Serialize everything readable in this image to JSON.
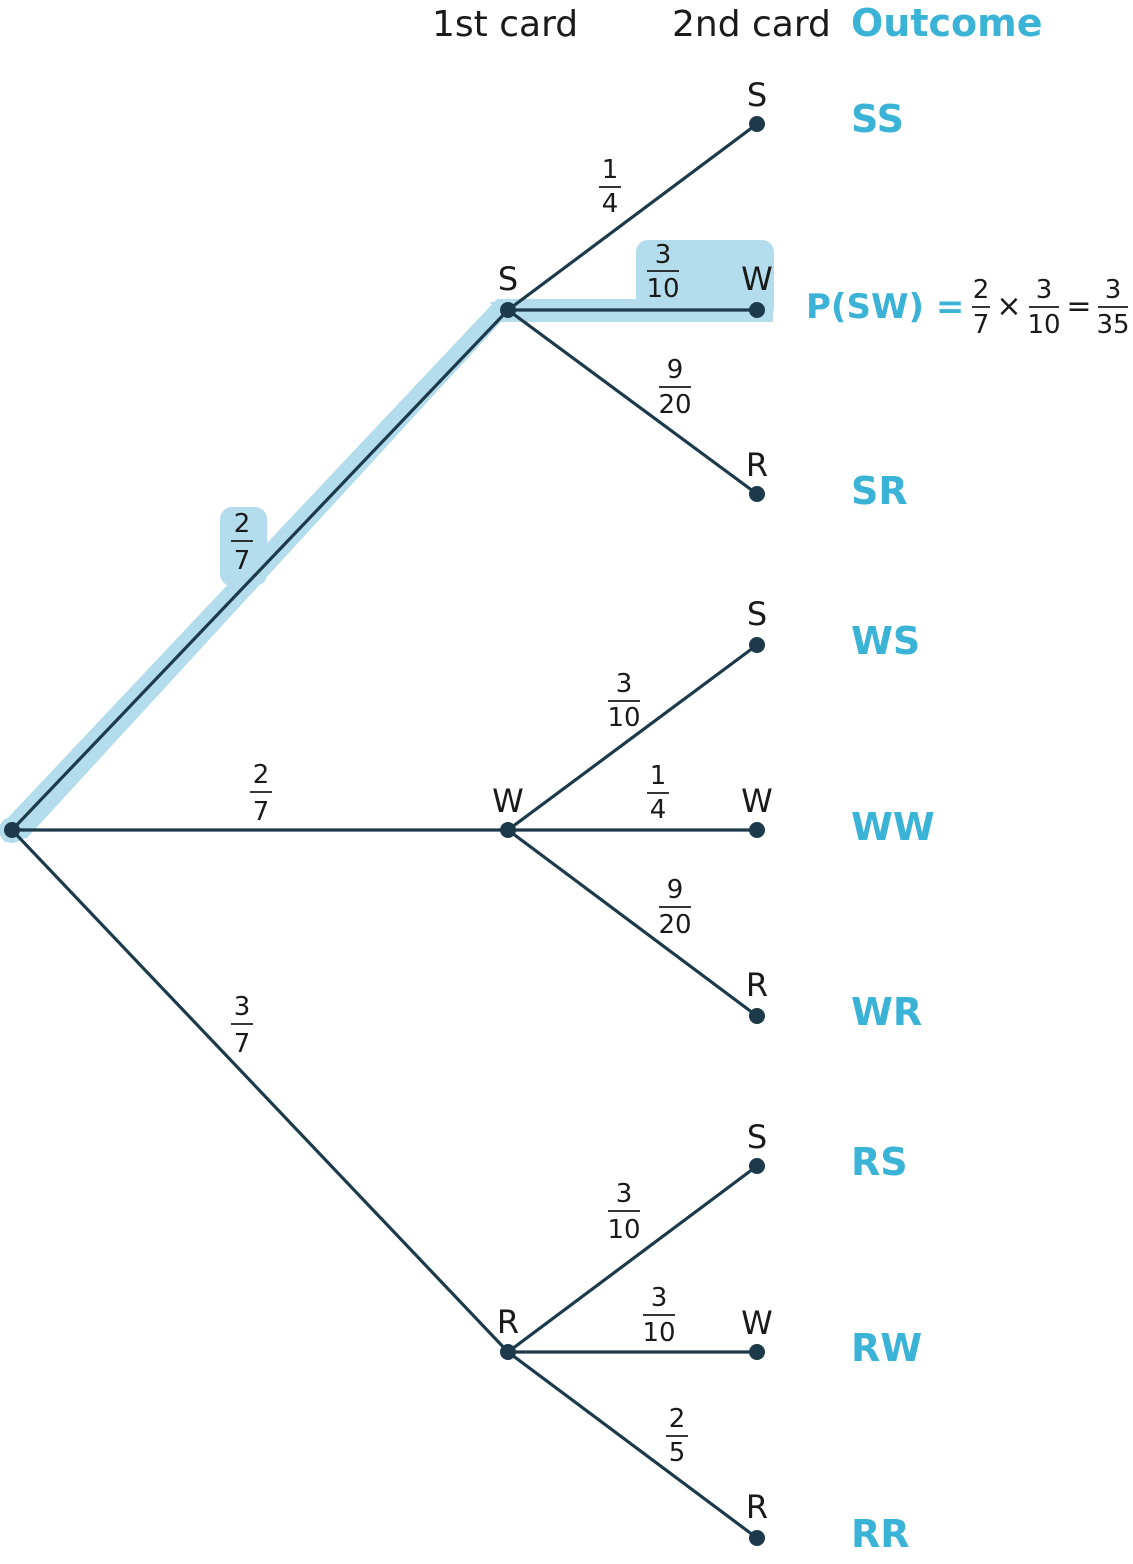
{
  "headers": {
    "first_card": "1st card",
    "second_card": "2nd card",
    "outcome": "Outcome"
  },
  "first_level": [
    {
      "label": "S",
      "prob": {
        "num": "2",
        "den": "7"
      }
    },
    {
      "label": "W",
      "prob": {
        "num": "2",
        "den": "7"
      }
    },
    {
      "label": "R",
      "prob": {
        "num": "3",
        "den": "7"
      }
    }
  ],
  "second_level": [
    {
      "label": "S",
      "prob": {
        "num": "1",
        "den": "4"
      },
      "outcome": "SS"
    },
    {
      "label": "W",
      "prob": {
        "num": "3",
        "den": "10"
      },
      "outcome": ""
    },
    {
      "label": "R",
      "prob": {
        "num": "9",
        "den": "20"
      },
      "outcome": "SR"
    },
    {
      "label": "S",
      "prob": {
        "num": "3",
        "den": "10"
      },
      "outcome": "WS"
    },
    {
      "label": "W",
      "prob": {
        "num": "1",
        "den": "4"
      },
      "outcome": "WW"
    },
    {
      "label": "R",
      "prob": {
        "num": "9",
        "den": "20"
      },
      "outcome": "WR"
    },
    {
      "label": "S",
      "prob": {
        "num": "3",
        "den": "10"
      },
      "outcome": "RS"
    },
    {
      "label": "W",
      "prob": {
        "num": "3",
        "den": "10"
      },
      "outcome": "RW"
    },
    {
      "label": "R",
      "prob": {
        "num": "2",
        "den": "5"
      },
      "outcome": "RR"
    }
  ],
  "formula": {
    "lhs": "P(SW) =",
    "f1": {
      "num": "2",
      "den": "7"
    },
    "times": "×",
    "f2": {
      "num": "3",
      "den": "10"
    },
    "equals": "=",
    "f3": {
      "num": "3",
      "den": "35"
    }
  },
  "colors": {
    "accent": "#3bb3d6",
    "highlight": "#b3dcec",
    "line": "#1c3a4a"
  }
}
